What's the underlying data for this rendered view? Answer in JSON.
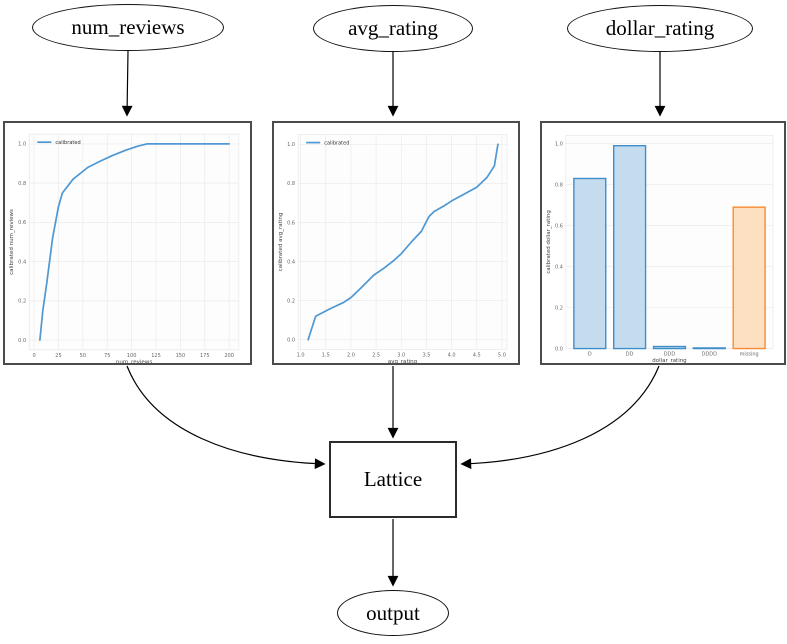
{
  "diagram": {
    "nodes": {
      "num_reviews": {
        "label": "num_reviews"
      },
      "avg_rating": {
        "label": "avg_rating"
      },
      "dollar_rating": {
        "label": "dollar_rating"
      },
      "lattice": {
        "label": "Lattice"
      },
      "output": {
        "label": "output"
      }
    }
  },
  "colors": {
    "line_blue": "#4f98d3",
    "bar_blue_fill": "#c5dcef",
    "bar_blue_stroke": "#3f8dc9",
    "bar_orange_fill": "#fde0c2",
    "bar_orange_stroke": "#f78b31",
    "grid": "#ebebeb",
    "tick": "#666666",
    "axis_label": "#444444",
    "edge": "#000000"
  },
  "chart_data": [
    {
      "type": "line",
      "title": "",
      "legend": [
        "calibrated"
      ],
      "xlabel": "num_reviews",
      "ylabel": "calibrated num_reviews",
      "xlim": [
        -5,
        210
      ],
      "ylim": [
        -0.05,
        1.05
      ],
      "xtick_vals": [
        0,
        25,
        50,
        75,
        100,
        125,
        150,
        175,
        200
      ],
      "xtick_labels": [
        "0",
        "25",
        "50",
        "75",
        "100",
        "125",
        "150",
        "175",
        "200"
      ],
      "ytick_vals": [
        0.0,
        0.2,
        0.4,
        0.6,
        0.8,
        1.0
      ],
      "ytick_labels": [
        "0.0",
        "0.2",
        "0.4",
        "0.6",
        "0.8",
        "1.0"
      ],
      "grid": "both",
      "legend_position": "upper-left",
      "points": [
        [
          6,
          0.0
        ],
        [
          9,
          0.15
        ],
        [
          13,
          0.29
        ],
        [
          19,
          0.52
        ],
        [
          25,
          0.68
        ],
        [
          29,
          0.75
        ],
        [
          40,
          0.82
        ],
        [
          55,
          0.88
        ],
        [
          67,
          0.91
        ],
        [
          80,
          0.94
        ],
        [
          95,
          0.97
        ],
        [
          107,
          0.99
        ],
        [
          116,
          1.0
        ],
        [
          200,
          1.0
        ]
      ]
    },
    {
      "type": "line",
      "title": "",
      "legend": [
        "calibrated"
      ],
      "xlabel": "avg_rating",
      "ylabel": "calibrated avg_rating",
      "xlim": [
        0.95,
        5.1
      ],
      "ylim": [
        -0.05,
        1.05
      ],
      "xtick_vals": [
        1.0,
        1.5,
        2.0,
        2.5,
        3.0,
        3.5,
        4.0,
        4.5,
        5.0
      ],
      "xtick_labels": [
        "1.0",
        "1.5",
        "2.0",
        "2.5",
        "3.0",
        "3.5",
        "4.0",
        "4.5",
        "5.0"
      ],
      "ytick_vals": [
        0.0,
        0.2,
        0.4,
        0.6,
        0.8,
        1.0
      ],
      "ytick_labels": [
        "0.0",
        "0.2",
        "0.4",
        "0.6",
        "0.8",
        "1.0"
      ],
      "grid": "both",
      "legend_position": "upper-left",
      "points": [
        [
          1.15,
          0.0
        ],
        [
          1.3,
          0.12
        ],
        [
          1.6,
          0.16
        ],
        [
          1.85,
          0.19
        ],
        [
          2.0,
          0.215
        ],
        [
          2.2,
          0.265
        ],
        [
          2.45,
          0.33
        ],
        [
          2.65,
          0.365
        ],
        [
          2.85,
          0.405
        ],
        [
          3.0,
          0.44
        ],
        [
          3.2,
          0.5
        ],
        [
          3.4,
          0.555
        ],
        [
          3.55,
          0.63
        ],
        [
          3.65,
          0.655
        ],
        [
          3.85,
          0.685
        ],
        [
          4.0,
          0.71
        ],
        [
          4.25,
          0.745
        ],
        [
          4.5,
          0.78
        ],
        [
          4.7,
          0.83
        ],
        [
          4.85,
          0.89
        ],
        [
          4.92,
          1.0
        ]
      ]
    },
    {
      "type": "bar",
      "title": "",
      "legend": [],
      "xlabel": "dollar_rating",
      "ylabel": "calibrated dollar_rating",
      "xlim": [
        -0.6,
        4.6
      ],
      "ylim": [
        0,
        1.04
      ],
      "categories": [
        "D",
        "DD",
        "DDD",
        "DDDD",
        "missing"
      ],
      "values": [
        0.83,
        0.99,
        0.01,
        0.003,
        0.69
      ],
      "bar_colors": [
        "blue",
        "blue",
        "blue",
        "blue",
        "orange"
      ],
      "bar_width": 0.8,
      "ytick_vals": [
        0.0,
        0.2,
        0.4,
        0.6,
        0.8,
        1.0
      ],
      "ytick_labels": [
        "0.0",
        "0.2",
        "0.4",
        "0.6",
        "0.8",
        "1.0"
      ],
      "grid": "horizontal"
    }
  ]
}
